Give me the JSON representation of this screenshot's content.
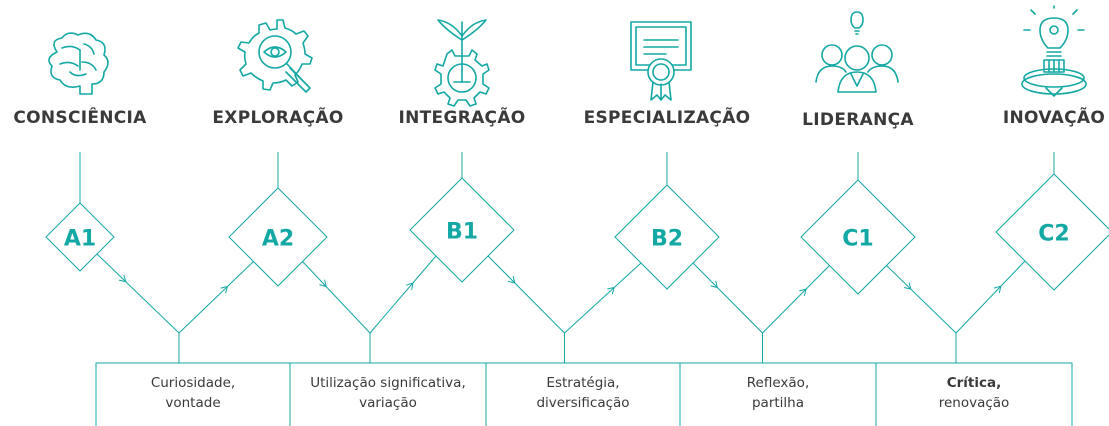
{
  "colors": {
    "accent": "#13a8a4",
    "text": "#3a3a3a",
    "background": "#ffffff"
  },
  "stages": [
    {
      "title": "CONSCIÊNCIA",
      "level": "A1",
      "icon": "brain-icon"
    },
    {
      "title": "EXPLORAÇÃO",
      "level": "A2",
      "icon": "gear-search-icon"
    },
    {
      "title": "INTEGRAÇÃO",
      "level": "B1",
      "icon": "plant-gear-icon"
    },
    {
      "title": "ESPECIALIZAÇÃO",
      "level": "B2",
      "icon": "certificate-icon"
    },
    {
      "title": "LIDERANÇA",
      "level": "C1",
      "icon": "team-idea-icon"
    },
    {
      "title": "INOVAÇÃO",
      "level": "C2",
      "icon": "lightbulb-pedestal-icon"
    }
  ],
  "traits": [
    {
      "line1": "Curiosidade,",
      "line2": "vontade"
    },
    {
      "line1": "Utilização significativa,",
      "line2": "variação"
    },
    {
      "line1": "Estratégia,",
      "line2": "diversificação"
    },
    {
      "line1": "Reflexão,",
      "line2": "partilha"
    },
    {
      "line1": "Crítica,",
      "line2": "renovação"
    }
  ]
}
